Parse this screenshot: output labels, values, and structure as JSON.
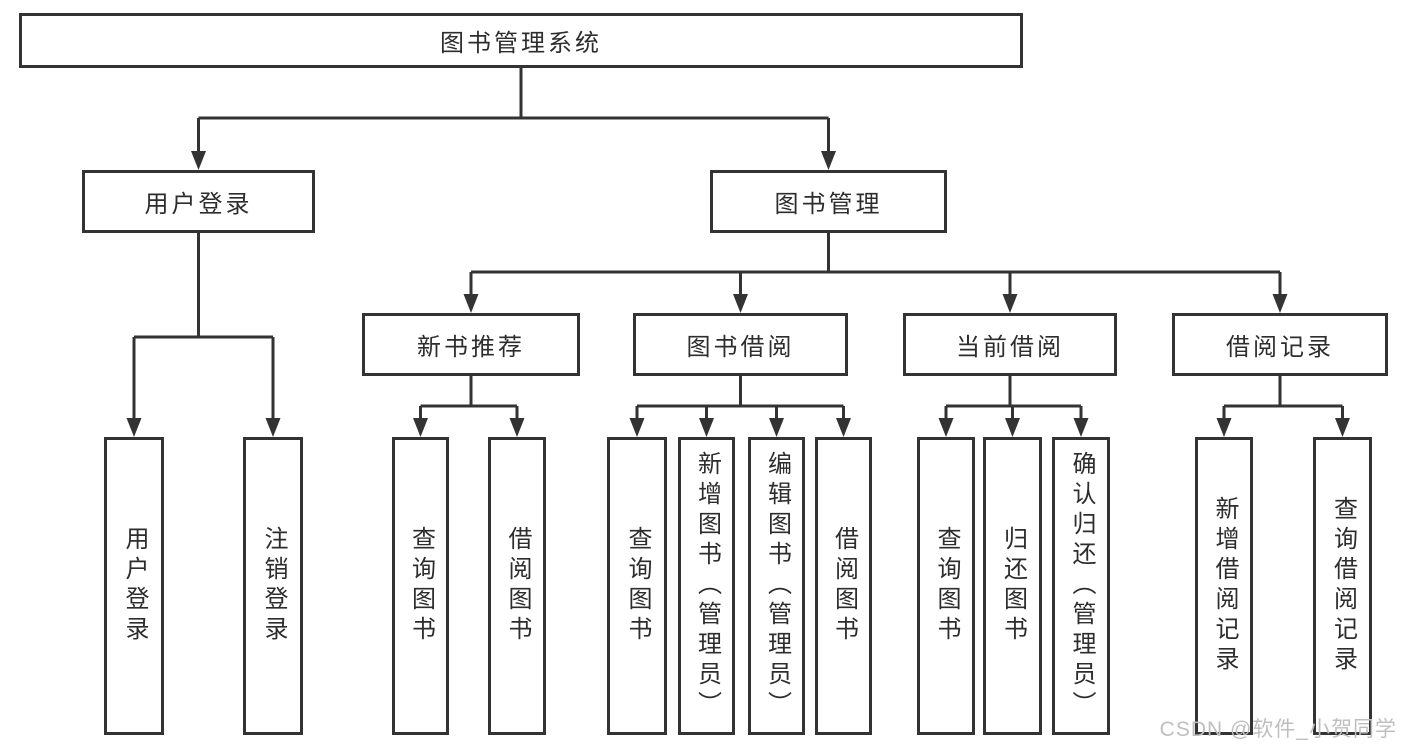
{
  "tree": {
    "root": {
      "label": "图书管理系统",
      "children": [
        {
          "label": "用户登录",
          "children": [
            {
              "label": "用户登录"
            },
            {
              "label": "注销登录"
            }
          ]
        },
        {
          "label": "图书管理",
          "children": [
            {
              "label": "新书推荐",
              "children": [
                {
                  "label": "查询图书"
                },
                {
                  "label": "借阅图书"
                }
              ]
            },
            {
              "label": "图书借阅",
              "children": [
                {
                  "label": "查询图书"
                },
                {
                  "label": "新增图书（管理员）"
                },
                {
                  "label": "编辑图书（管理员）"
                },
                {
                  "label": "借阅图书"
                }
              ]
            },
            {
              "label": "当前借阅",
              "children": [
                {
                  "label": "查询图书"
                },
                {
                  "label": "归还图书"
                },
                {
                  "label": "确认归还（管理员）"
                }
              ]
            },
            {
              "label": "借阅记录",
              "children": [
                {
                  "label": "新增借阅记录"
                },
                {
                  "label": "查询借阅记录"
                }
              ]
            }
          ]
        }
      ]
    }
  },
  "watermark": "CSDN @软件_小贺同学",
  "colors": {
    "line": "#333333",
    "text": "#2d2d2d",
    "box_border": "#333333",
    "background": "#ffffff",
    "watermark": "#bfbfbf"
  }
}
